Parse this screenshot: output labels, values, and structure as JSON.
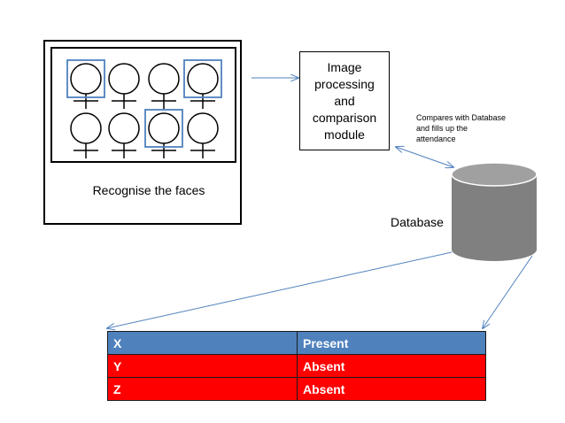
{
  "camera": {
    "caption": "Recognise the faces",
    "faces": [
      {
        "row": 0,
        "col": 0,
        "detected": true
      },
      {
        "row": 0,
        "col": 1,
        "detected": false
      },
      {
        "row": 0,
        "col": 2,
        "detected": false
      },
      {
        "row": 0,
        "col": 3,
        "detected": true
      },
      {
        "row": 1,
        "col": 0,
        "detected": false
      },
      {
        "row": 1,
        "col": 1,
        "detected": false
      },
      {
        "row": 1,
        "col": 2,
        "detected": true
      },
      {
        "row": 1,
        "col": 3,
        "detected": false
      }
    ]
  },
  "module": {
    "label": "Image\nprocessing\nand\ncomparison\nmodule"
  },
  "note": {
    "text": "Compares with Database\nand fills up the\nattendance"
  },
  "database": {
    "label": "Database"
  },
  "attendance": {
    "rows": [
      {
        "name": "X",
        "status": "Present",
        "color": "#4F81BD"
      },
      {
        "name": "Y",
        "status": "Absent",
        "color": "#FF0000"
      },
      {
        "name": "Z",
        "status": "Absent",
        "color": "#FF0000"
      }
    ]
  },
  "colors": {
    "highlight": "#4F81BD",
    "arrow": "#4F81BD",
    "cylinder": "#808080",
    "cylinder_top": "#A0A0A0"
  }
}
